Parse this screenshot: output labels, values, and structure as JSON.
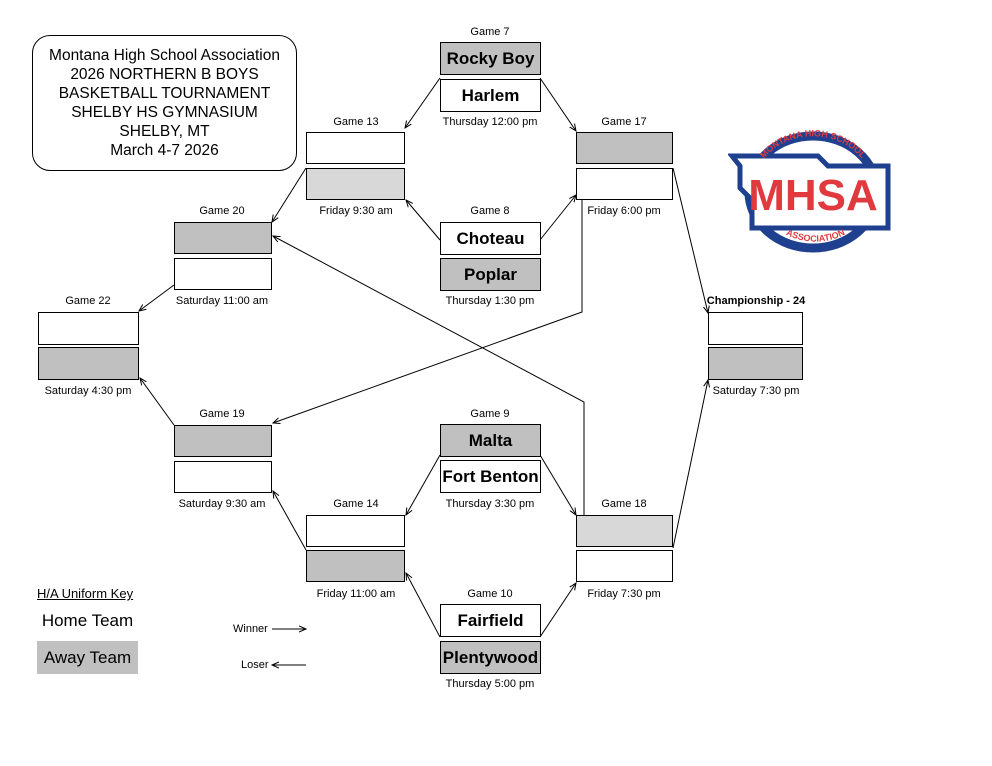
{
  "header": {
    "lines": [
      "Montana High School Association",
      "2026 NORTHERN B BOYS",
      "BASKETBALL TOURNAMENT",
      "SHELBY HS GYMNASIUM",
      "SHELBY, MT",
      "March 4-7 2026"
    ]
  },
  "logo": {
    "top_text": "MONTANA HIGH SCHOOL",
    "main_text": "MHSA",
    "bottom_text": "ASSOCIATION"
  },
  "games": {
    "g7": {
      "label": "Game 7",
      "team1": "Rocky Boy",
      "team2": "Harlem",
      "time": "Thursday 12:00 pm"
    },
    "g8": {
      "label": "Game 8",
      "team1": "Choteau",
      "team2": "Poplar",
      "time": "Thursday 1:30 pm"
    },
    "g9": {
      "label": "Game 9",
      "team1": "Malta",
      "team2": "Fort Benton",
      "time": "Thursday 3:30 pm"
    },
    "g10": {
      "label": "Game 10",
      "team1": "Fairfield",
      "team2": "Plentywood",
      "time": "Thursday 5:00 pm"
    },
    "g13": {
      "label": "Game 13",
      "team1": "",
      "team2": "",
      "time": "Friday  9:30 am"
    },
    "g14": {
      "label": "Game 14",
      "team1": "",
      "team2": "",
      "time": "Friday 11:00 am"
    },
    "g17": {
      "label": "Game 17",
      "team1": "",
      "team2": "",
      "time": "Friday 6:00 pm"
    },
    "g18": {
      "label": "Game 18",
      "team1": "",
      "team2": "",
      "time": "Friday 7:30 pm"
    },
    "g19": {
      "label": "Game 19",
      "team1": "",
      "team2": "",
      "time": "Saturday 9:30 am"
    },
    "g20": {
      "label": "Game 20",
      "team1": "",
      "team2": "",
      "time": "Saturday 11:00 am"
    },
    "g22": {
      "label": "Game 22",
      "team1": "",
      "team2": "",
      "time": "Saturday 4:30 pm"
    },
    "g24": {
      "label": "Championship - 24",
      "team1": "",
      "team2": "",
      "time": "Saturday 7:30 pm"
    }
  },
  "key": {
    "title": "H/A Uniform Key",
    "home": "Home Team",
    "away": "Away Team",
    "winner": "Winner",
    "loser": "Loser"
  },
  "colors": {
    "away_fill": "#c0c0c0",
    "light_fill": "#d8d8d8",
    "logo_red": "#e03a3e",
    "logo_blue": "#1f3f8f"
  }
}
